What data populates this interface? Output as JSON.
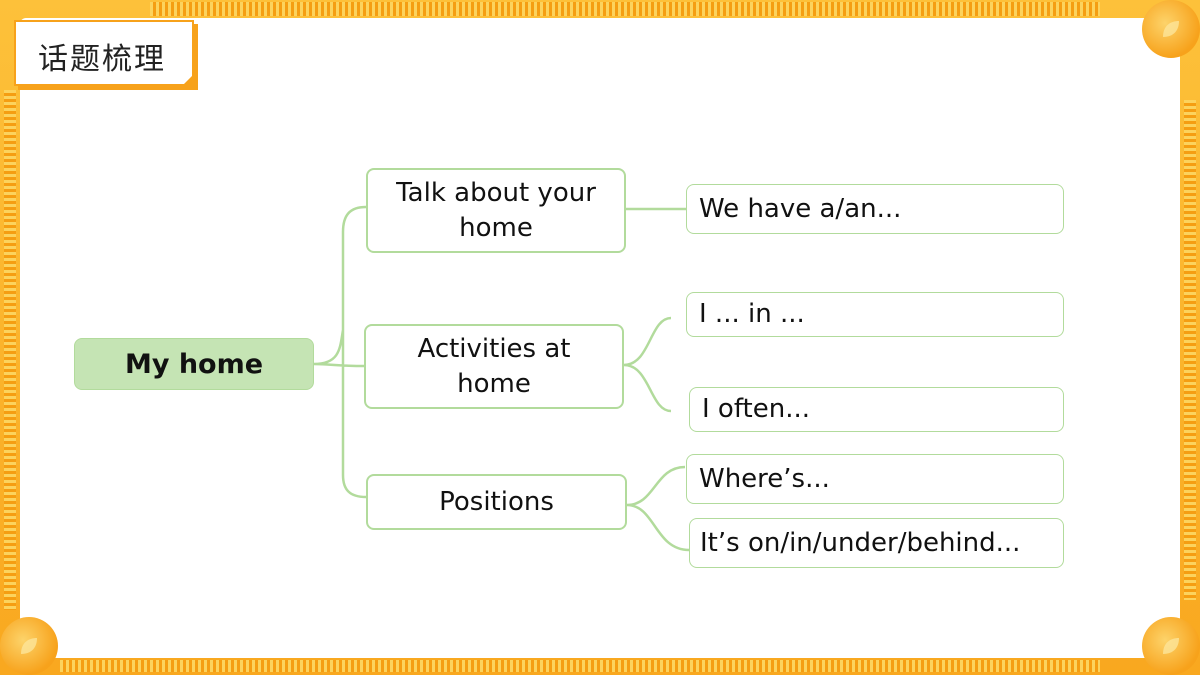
{
  "header": {
    "title": "话题梳理"
  },
  "mindmap": {
    "root": "My home",
    "branches": [
      {
        "label": "Talk about your home",
        "children": [
          "We have a/an..."
        ]
      },
      {
        "label": "Activities at home",
        "children": [
          "I ... in ...",
          "I often..."
        ]
      },
      {
        "label": "Positions",
        "children": [
          "Where’s...",
          "It’s on/in/under/behind..."
        ]
      }
    ]
  },
  "colors": {
    "frame": "#f7a21b",
    "node_border": "#b2db9c",
    "root_fill": "#c5e4b4"
  }
}
